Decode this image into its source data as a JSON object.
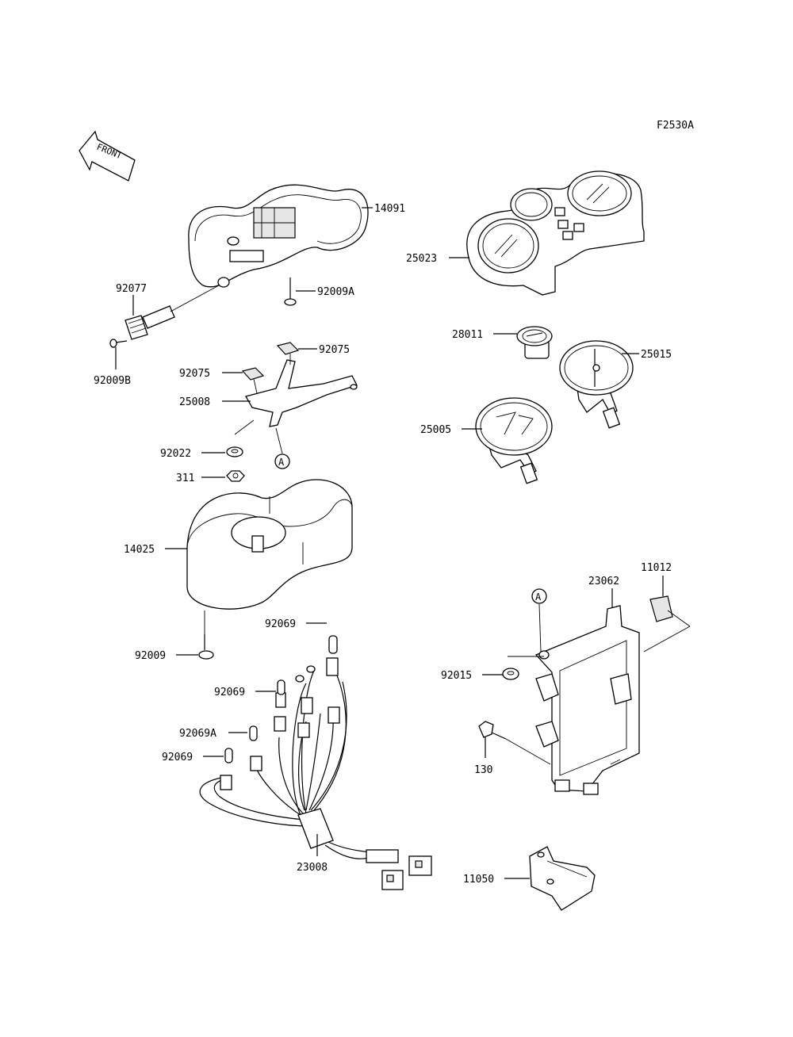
{
  "diagram_id": "F2530A",
  "front_label": "FRONT",
  "ref_marker": "A",
  "parts": [
    {
      "id": "14091"
    },
    {
      "id": "92077"
    },
    {
      "id": "92009A"
    },
    {
      "id": "92009B"
    },
    {
      "id": "92075"
    },
    {
      "id": "92075"
    },
    {
      "id": "25008"
    },
    {
      "id": "92022"
    },
    {
      "id": "311"
    },
    {
      "id": "14025"
    },
    {
      "id": "92009"
    },
    {
      "id": "92069"
    },
    {
      "id": "92069"
    },
    {
      "id": "92069A"
    },
    {
      "id": "92069"
    },
    {
      "id": "23008"
    },
    {
      "id": "25023"
    },
    {
      "id": "28011"
    },
    {
      "id": "25015"
    },
    {
      "id": "25005"
    },
    {
      "id": "23062"
    },
    {
      "id": "11012"
    },
    {
      "id": "92015"
    },
    {
      "id": "130"
    },
    {
      "id": "11050"
    }
  ]
}
